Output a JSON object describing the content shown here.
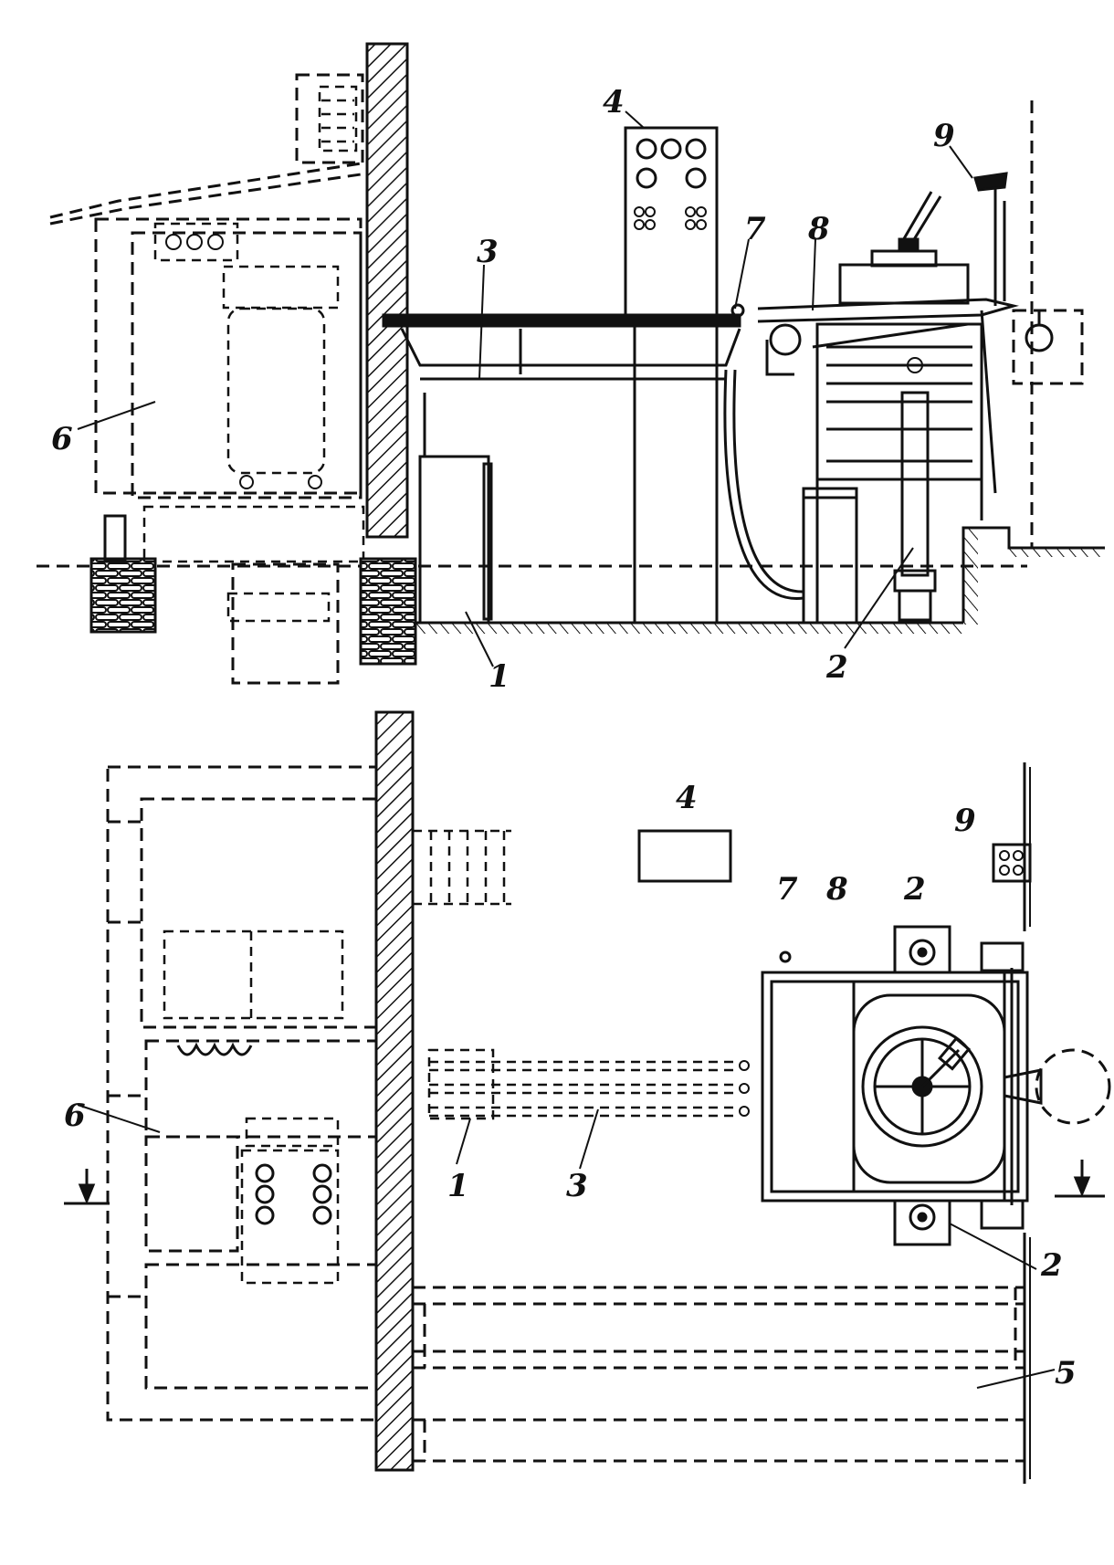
{
  "labels": {
    "pump": "1",
    "jack": "2",
    "pipeline": "3",
    "control_panel": "4",
    "rail_track": "5",
    "press_machine": "6",
    "valve": "7",
    "platform": "8",
    "switch_box": "9"
  },
  "icons": [
    "brick-foundation-icon",
    "hatched-wall-icon",
    "hook-icon",
    "handwheel-icon",
    "section-arrow-icon"
  ]
}
